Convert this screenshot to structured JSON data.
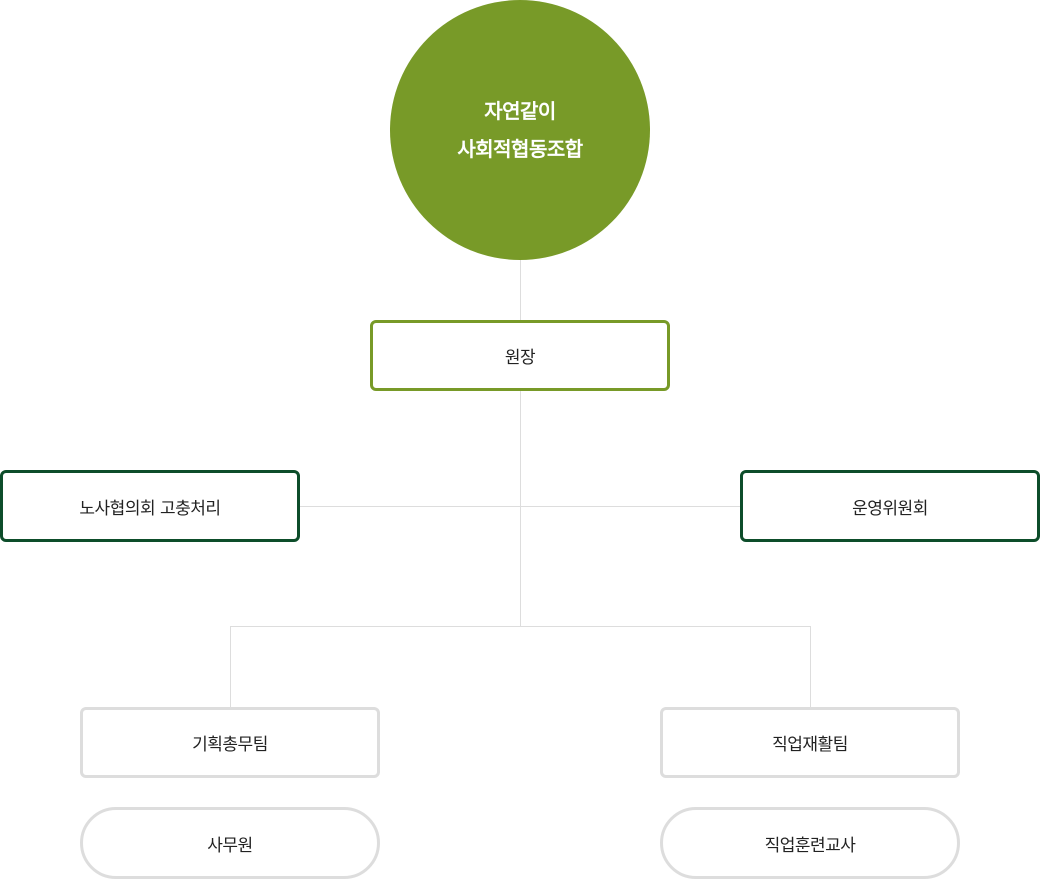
{
  "org_chart": {
    "root": {
      "line1": "자연같이",
      "line2": "사회적협동조합"
    },
    "director": "원장",
    "left_committee": "노사협의회 고충처리",
    "right_committee": "운영위원회",
    "teams": [
      {
        "name": "기획총무팀",
        "member": "사무원"
      },
      {
        "name": "직업재활팀",
        "member": "직업훈련교사"
      }
    ]
  },
  "colors": {
    "root_fill": "#789a28",
    "director_border": "#789a28",
    "committee_border": "#0d4d2a",
    "team_border": "#dddddd",
    "connector": "#dddddd"
  }
}
